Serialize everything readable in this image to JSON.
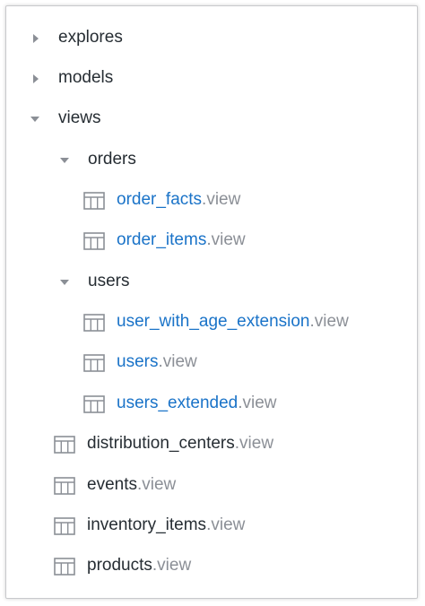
{
  "tree": {
    "folders": [
      {
        "label": "explores",
        "expanded": false
      },
      {
        "label": "models",
        "expanded": false
      },
      {
        "label": "views",
        "expanded": true
      }
    ],
    "subfolders": [
      {
        "label": "orders",
        "expanded": true
      },
      {
        "label": "users",
        "expanded": true
      }
    ],
    "orders_files": [
      {
        "name": "order_facts",
        "ext": ".view"
      },
      {
        "name": "order_items",
        "ext": ".view"
      }
    ],
    "users_files": [
      {
        "name": "user_with_age_extension",
        "ext": ".view"
      },
      {
        "name": "users",
        "ext": ".view"
      },
      {
        "name": "users_extended",
        "ext": ".view"
      }
    ],
    "view_files": [
      {
        "name": "distribution_centers",
        "ext": ".view"
      },
      {
        "name": "events",
        "ext": ".view"
      },
      {
        "name": "inventory_items",
        "ext": ".view"
      },
      {
        "name": "products",
        "ext": ".view"
      }
    ]
  },
  "colors": {
    "link": "#1a73c8",
    "muted": "#8b8f96",
    "text": "#262d33"
  },
  "icons": {
    "collapsed": "caret-right-icon",
    "expanded": "caret-down-icon",
    "file": "table-icon"
  }
}
